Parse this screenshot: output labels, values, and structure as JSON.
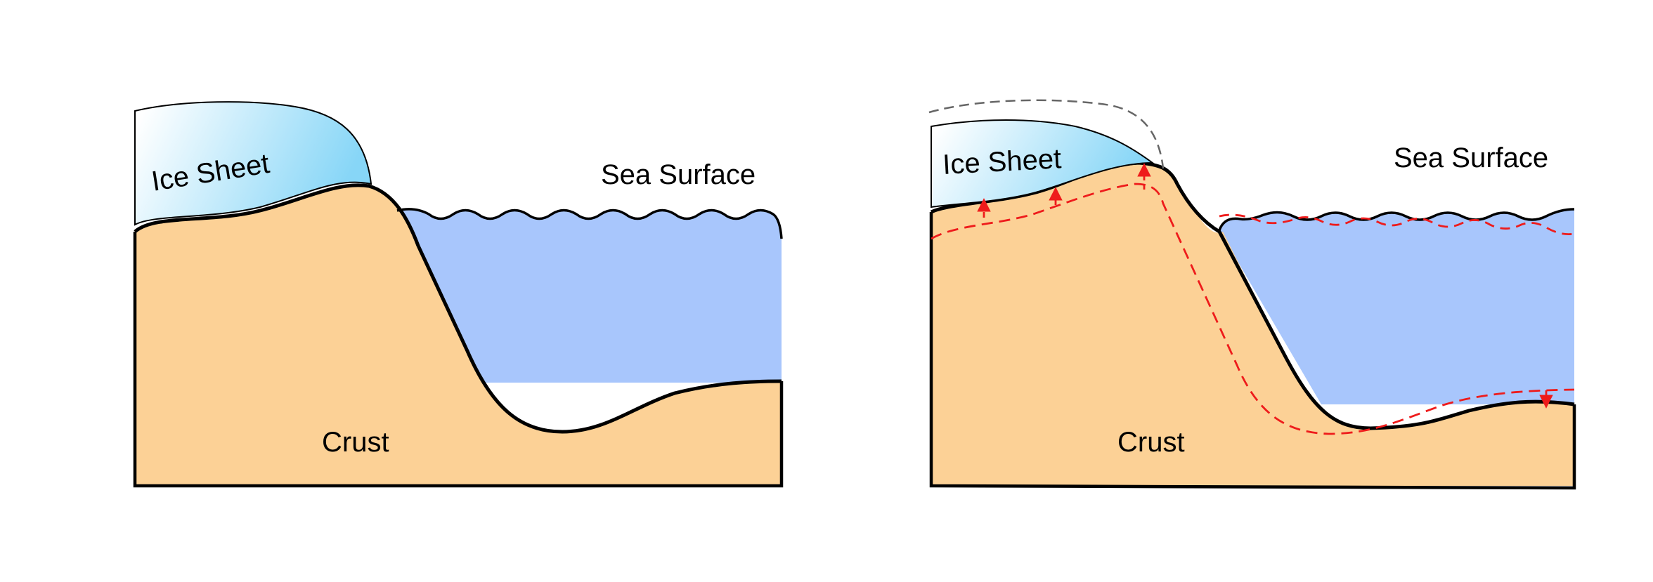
{
  "colors": {
    "crust": "#fcd196",
    "sea": "#a8c6fc",
    "ice_light": "#ffffff",
    "ice_dark": "#87d6f7",
    "outline": "#000000",
    "deformation": "#ee1b1b",
    "previous_ice_outline": "#666666"
  },
  "left_panel": {
    "ice_sheet_label": "Ice Sheet",
    "sea_surface_label": "Sea Surface",
    "crust_label": "Crust"
  },
  "right_panel": {
    "ice_sheet_label": "Ice Sheet",
    "sea_surface_label": "Sea Surface",
    "crust_label": "Crust"
  }
}
